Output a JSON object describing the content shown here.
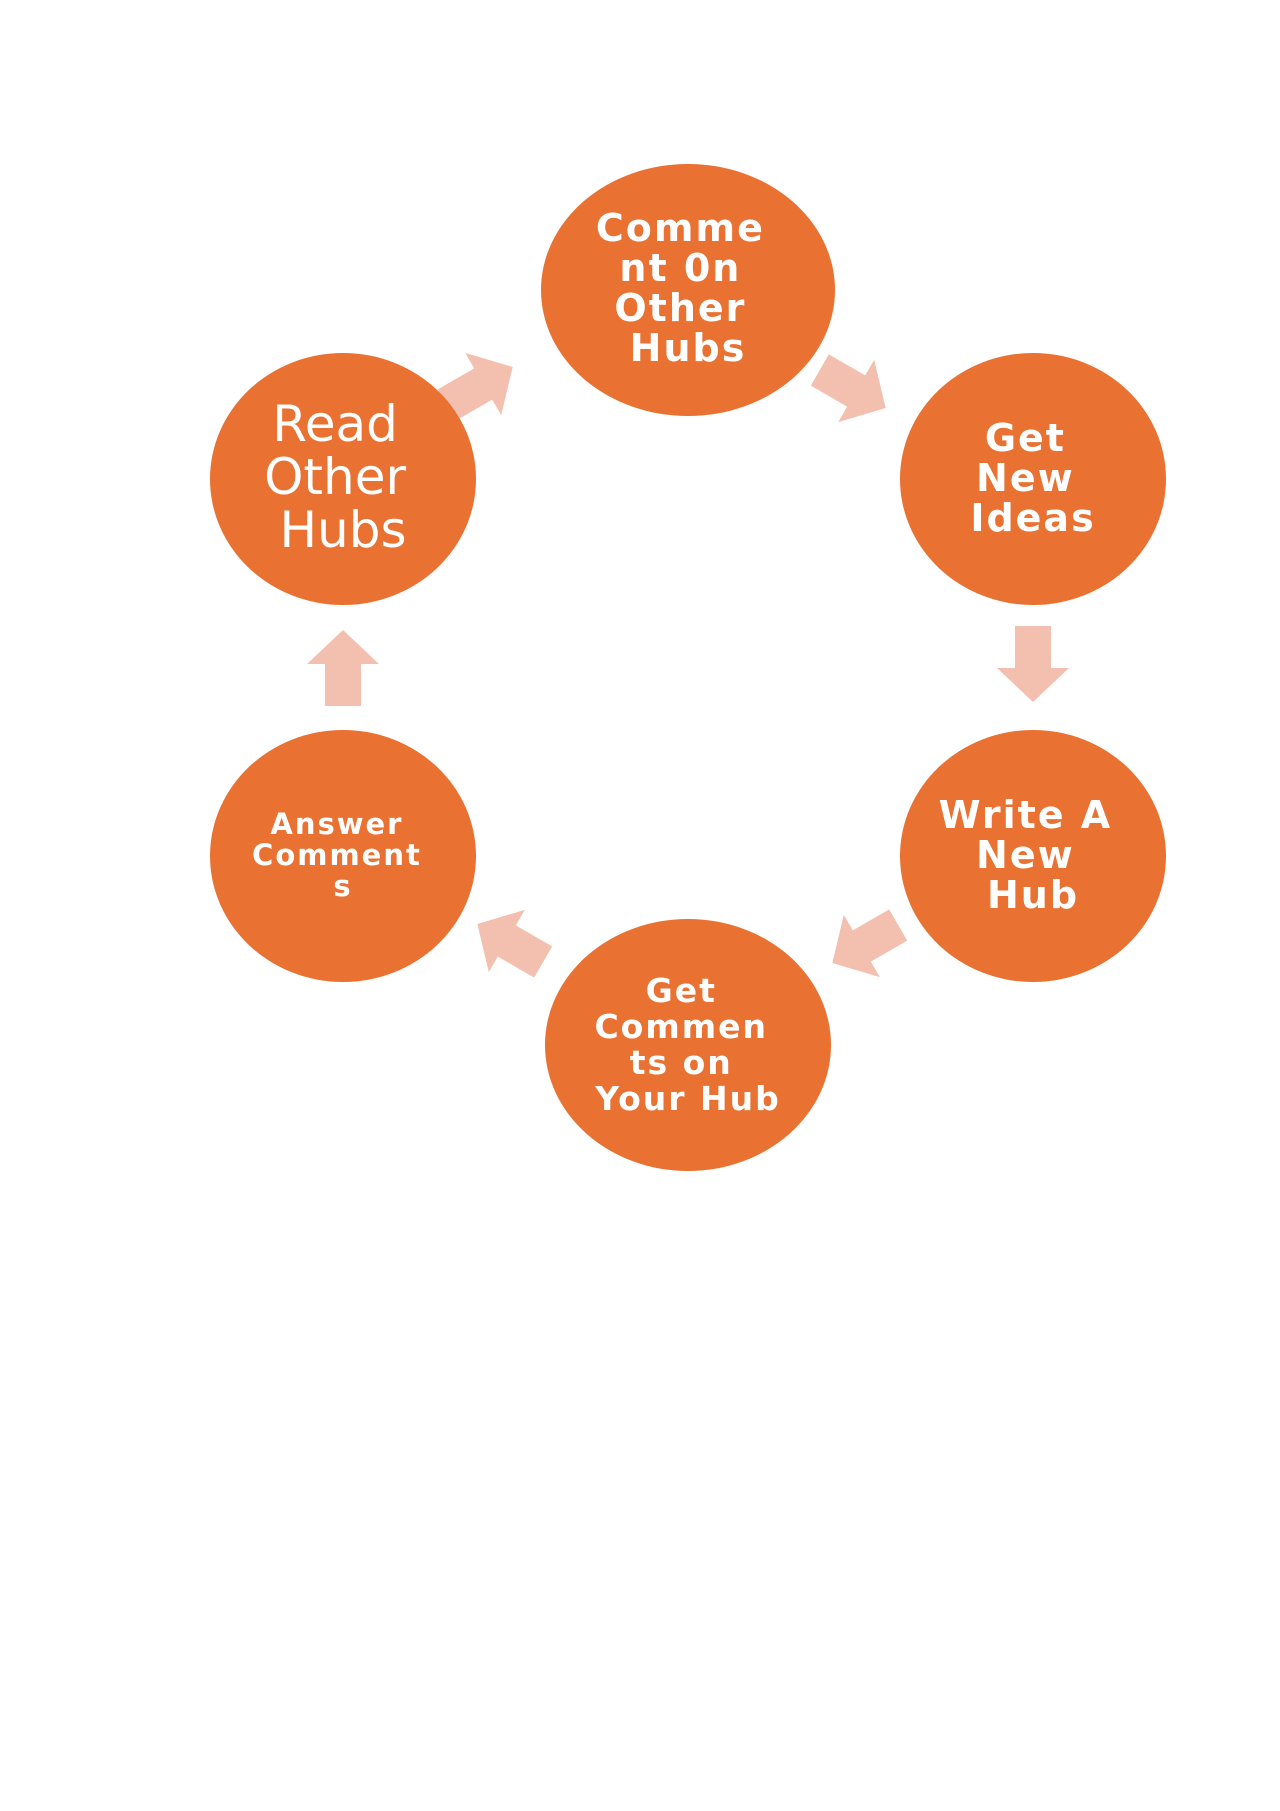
{
  "colors": {
    "node_fill": "#E97132",
    "arrow_fill": "#F3BFAE",
    "text": "#FFFFFF"
  },
  "nodes": [
    {
      "id": "comment-on-other-hubs",
      "lines": [
        "Comme",
        "nt 0n",
        "Other",
        "Hubs"
      ]
    },
    {
      "id": "get-new-ideas",
      "lines": [
        "Get",
        "New",
        "Ideas"
      ]
    },
    {
      "id": "write-a-new-hub",
      "lines": [
        "Write A",
        "New",
        "Hub"
      ]
    },
    {
      "id": "get-comments-on-your-hub",
      "lines": [
        "Get",
        "Commen",
        "ts on",
        "Your Hub"
      ]
    },
    {
      "id": "answer-comments",
      "lines": [
        "Answer",
        "Comment",
        "s"
      ]
    },
    {
      "id": "read-other-hubs",
      "lines": [
        "Read",
        "Other",
        "Hubs"
      ]
    }
  ]
}
